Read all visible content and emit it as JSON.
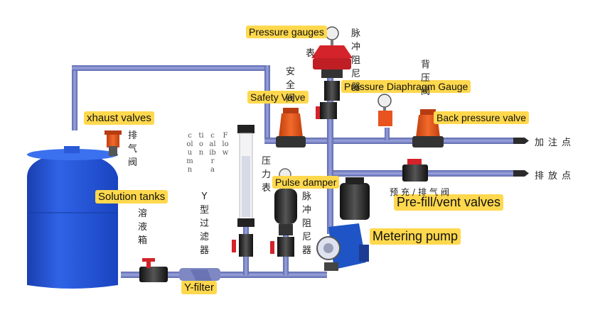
{
  "labels": {
    "pressure_gauges": "Pressure gauges",
    "pressure_diaphragm_gauge": "Pressure Diaphragm Gauge",
    "safety_valve": "Safety Valve",
    "back_pressure_valve": "Back pressure valve",
    "exhaust_valves": "xhaust valves",
    "solution_tanks": "Solution tanks",
    "pulse_damper": "Pulse damper",
    "pre_fill_vent_valves": "Pre-fill/vent valves",
    "metering_pump": "Metering pump",
    "y_filter": "Y-filter"
  },
  "chinese": {
    "gauge_char": "表",
    "pulse_damper_top": "脉\n冲\n阻\n尼\n器",
    "safety_valve": "安\n全\n阀",
    "back_pressure": "背\n压\n阀",
    "exhaust": "排\n气\n阀",
    "solution_tank": "溶\n液\n箱",
    "y_filter": "Y\n型\n过\n滤\n器",
    "pressure_gauge": "压\n力\n表",
    "pulse_damper_lower": "脉\n冲\n阻\n尼\n器",
    "injection_point": "加注点",
    "discharge_point": "排放点",
    "prefill_vent": "预充/排气阀"
  },
  "calibration_column": {
    "columns": [
      "column",
      "tion",
      "calibra",
      "Flow"
    ]
  },
  "colors": {
    "pipe": "#7b86c8",
    "tank": "#1f4fd1",
    "valve_orange": "#e8531f",
    "valve_red": "#d4232a",
    "label_bg": "#ffd84d",
    "pump_blue": "#1e54c6"
  }
}
